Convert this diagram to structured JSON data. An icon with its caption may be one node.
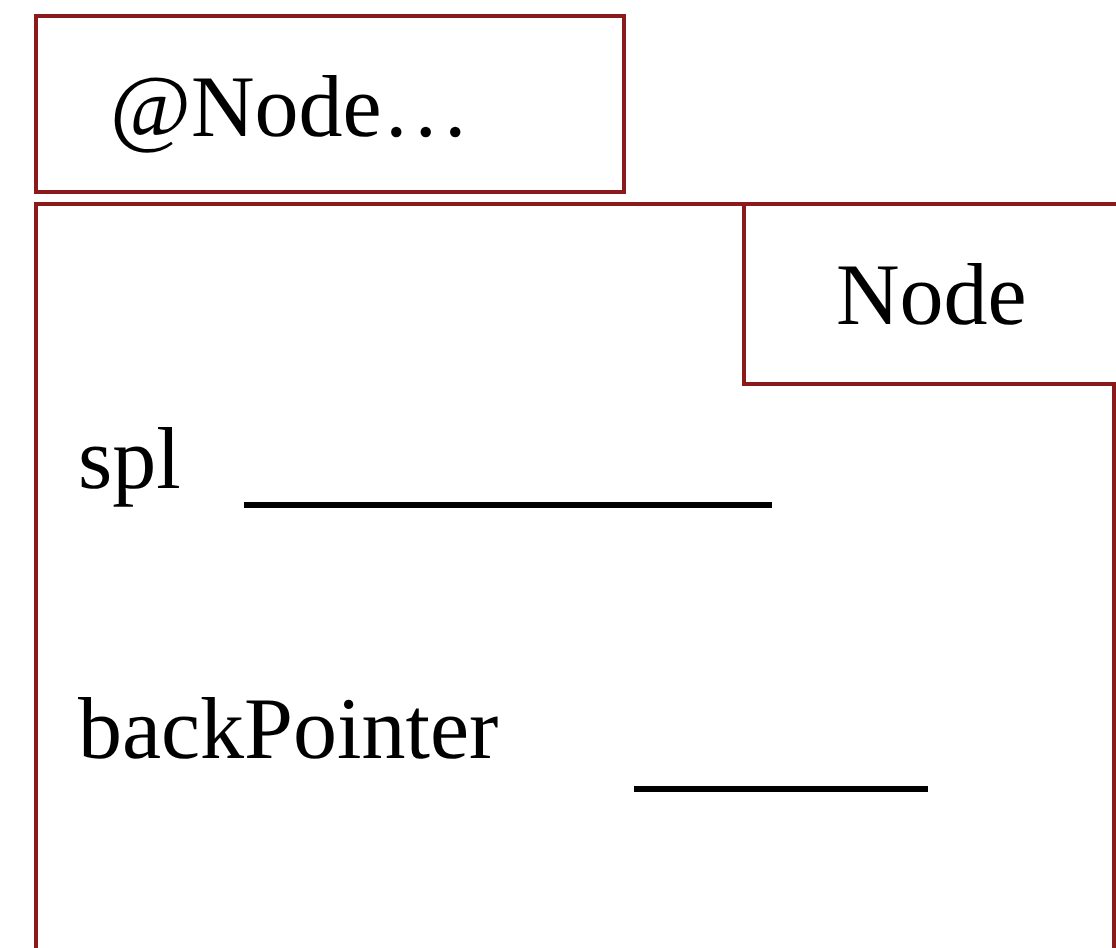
{
  "diagram": {
    "nodes": [
      {
        "text": [
          "@Node…"
        ]
      },
      {
        "text": [
          "spl",
          "backPointer"
        ]
      },
      {
        "text": [
          "Node"
        ],
        "in": 1
      }
    ]
  }
}
